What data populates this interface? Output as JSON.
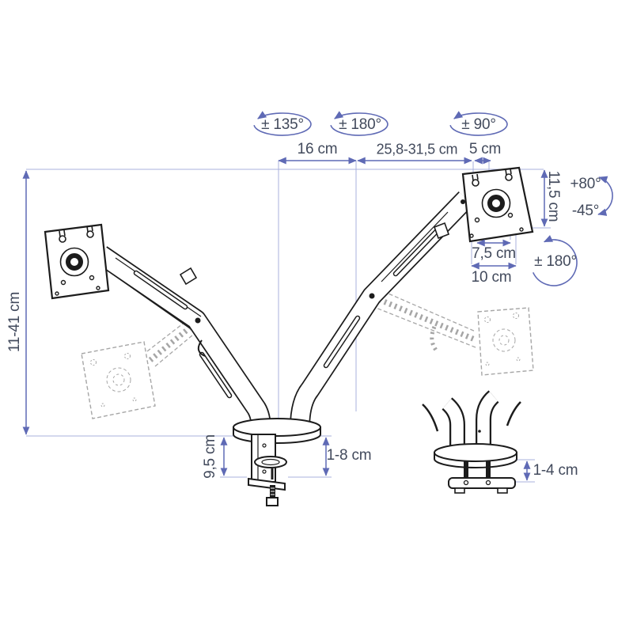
{
  "labels": {
    "swivel_arm1": "± 135°",
    "swivel_arm2": "± 180°",
    "swivel_head": "± 90°",
    "reach_arm1": "16 cm",
    "reach_arm2": "25,8-31,5 cm",
    "head_offset": "5 cm",
    "vesa_height": "11,5 cm",
    "tilt_up": "+80°",
    "tilt_down": "-45°",
    "vesa_rotation": "± 180°",
    "vesa_holes": "7,5 cm",
    "vesa_width": "10 cm",
    "height_range": "11-41 cm",
    "clamp_height": "9,5 cm",
    "clamp_capacity": "1-8 cm",
    "grommet_capacity": "1-4 cm"
  },
  "colors": {
    "dimension_accent": "#5f6ab5",
    "guide_line": "#a9b1de",
    "line_art": "#1c1c1c",
    "ghost": "#a6a6a6",
    "text": "#424a5c",
    "background": "#ffffff"
  }
}
